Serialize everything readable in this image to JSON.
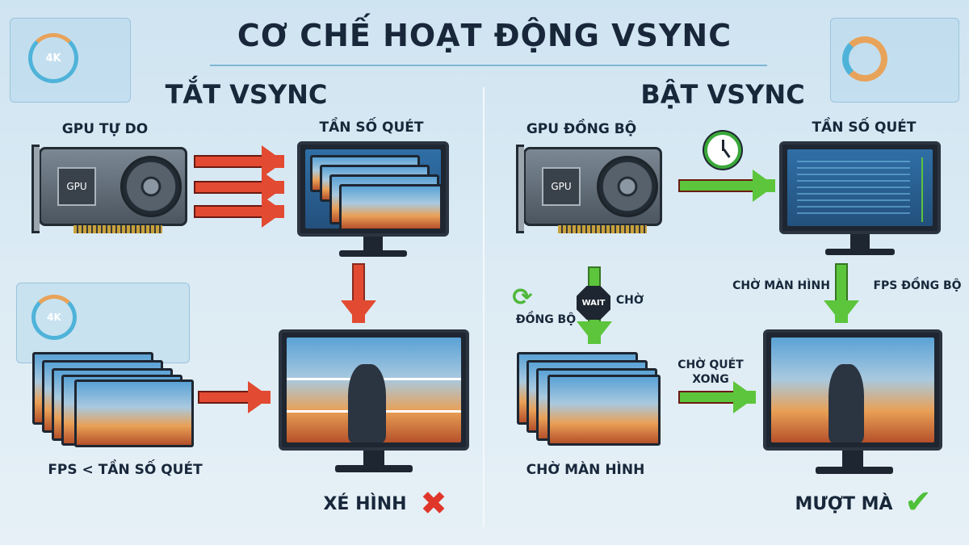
{
  "title": "CƠ CHẾ HOẠT ĐỘNG VSYNC",
  "decor": {
    "left_panel_badge": "4K",
    "bottom_panel_badge": "4K"
  },
  "left": {
    "heading": "TẮT VSYNC",
    "gpu_label": "GPU TỰ DO",
    "gpu_chip": "GPU",
    "monitor_label": "TẦN SỐ QUÉT",
    "frames_label": "FPS < TẦN SỐ QUÉT",
    "result_label": "XÉ HÌNH",
    "result_icon": "red-x-icon",
    "arrow_color": "#e24a32"
  },
  "right": {
    "heading": "BẬT VSYNC",
    "gpu_label": "GPU ĐỒNG BỘ",
    "gpu_chip": "GPU",
    "monitor_label": "TẦN SỐ QUÉT",
    "wait_sign": "WAIT",
    "wait_label": "CHỜ",
    "sync_label": "ĐỒNG BỘ",
    "arrow_left_label": "CHỜ MÀN HÌNH",
    "arrow_right_label": "FPS ĐỒNG BỘ",
    "frames_label": "CHỜ MÀN HÌNH",
    "scan_label_1": "CHỜ QUÉT",
    "scan_label_2": "XONG",
    "result_label": "MƯỢT MÀ",
    "result_icon": "green-check-icon",
    "arrow_color": "#5cc53c"
  }
}
